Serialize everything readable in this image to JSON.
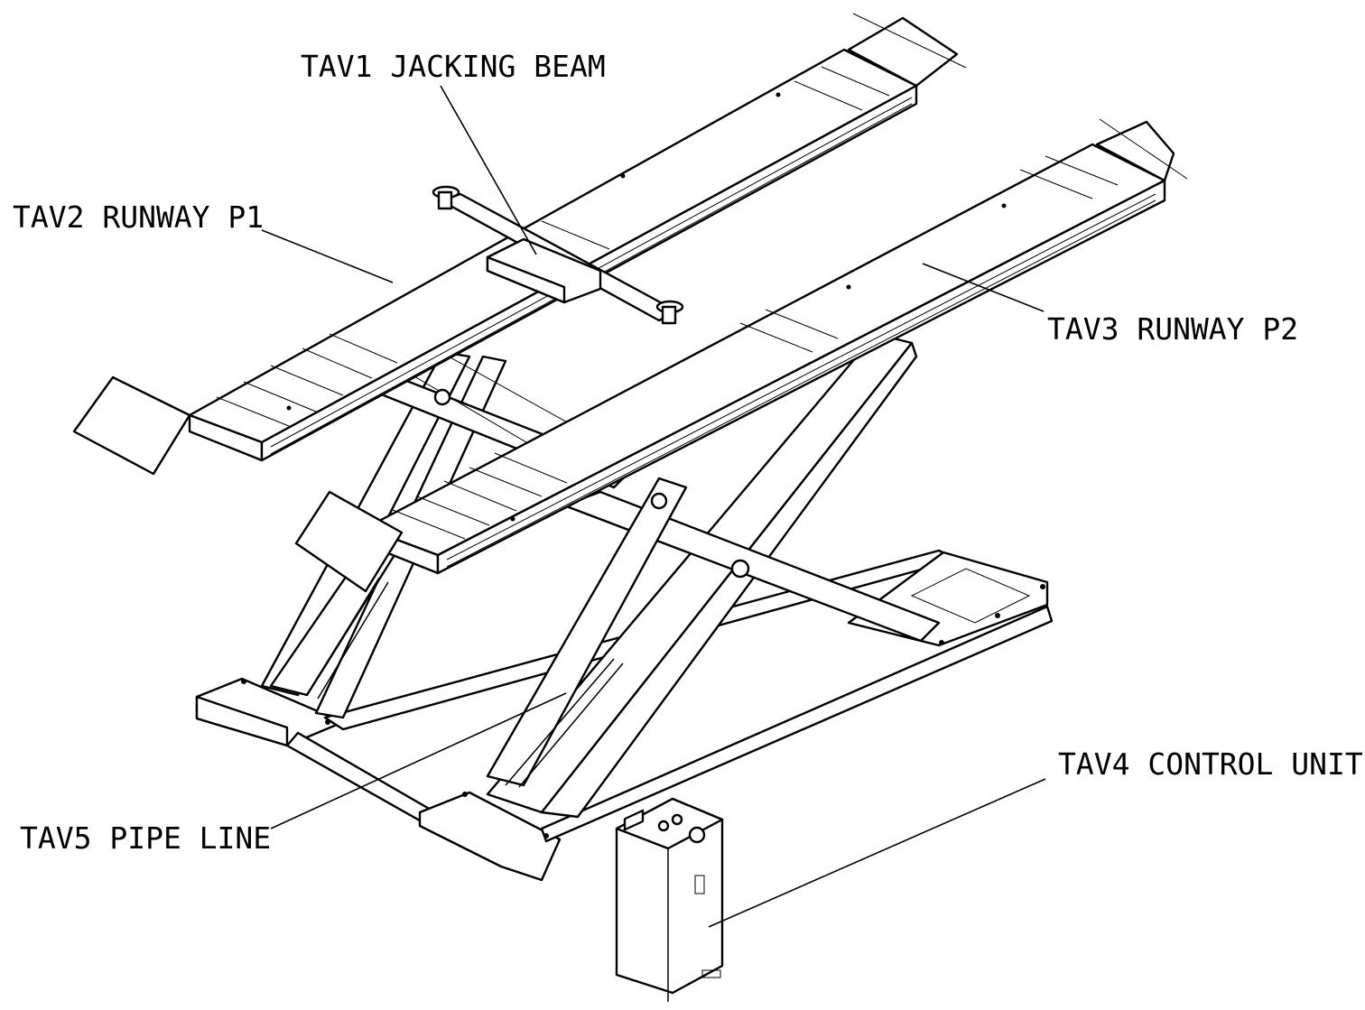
{
  "labels": {
    "tav1": "TAV1 JACKING BEAM",
    "tav2": "TAV2 RUNWAY P1",
    "tav3": "TAV3 RUNWAY P2",
    "tav4": "TAV4 CONTROL UNIT",
    "tav5": "TAV5 PIPE LINE"
  }
}
